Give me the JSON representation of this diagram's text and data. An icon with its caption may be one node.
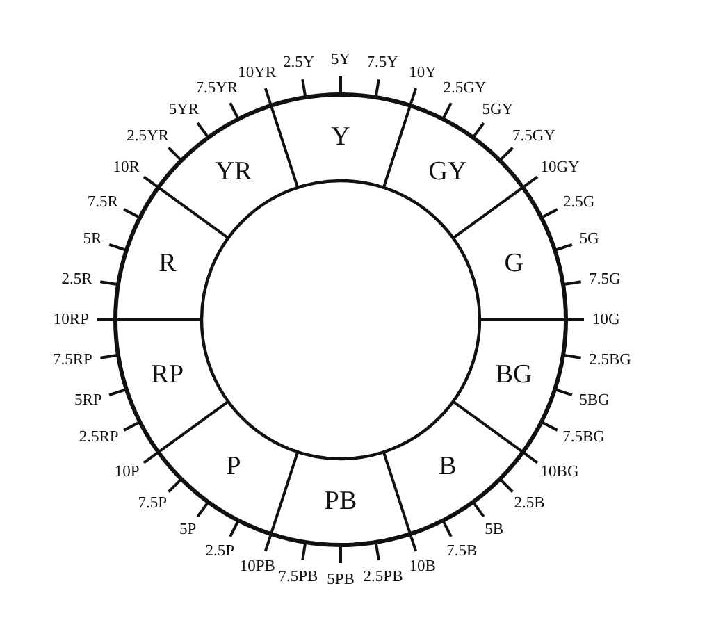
{
  "diagram": {
    "nodes": [
      {
        "text": [
          "Y"
        ]
      },
      {
        "text": [
          "GY"
        ]
      },
      {
        "text": [
          "G"
        ]
      },
      {
        "text": [
          "BG"
        ]
      },
      {
        "text": [
          "B"
        ]
      },
      {
        "text": [
          "PB"
        ]
      },
      {
        "text": [
          "P"
        ]
      },
      {
        "text": [
          "RP"
        ]
      },
      {
        "text": [
          "R"
        ]
      },
      {
        "text": [
          "YR"
        ]
      }
    ],
    "edges": [],
    "labels": [
      "10YR",
      "2.5Y",
      "5Y",
      "7.5Y",
      "10Y",
      "2.5GY",
      "5GY",
      "7.5GY",
      "10GY",
      "2.5G",
      "5G",
      "7.5G",
      "10G",
      "2.5BG",
      "5BG",
      "7.5BG",
      "10BG",
      "2.5B",
      "5B",
      "7.5B",
      "10B",
      "2.5PB",
      "5PB",
      "7.5PB",
      "10PB",
      "2.5P",
      "5P",
      "7.5P",
      "10P",
      "2.5RP",
      "5RP",
      "7.5RP",
      "10RP",
      "2.5R",
      "5R",
      "7.5R",
      "10R",
      "2.5YR",
      "5YR",
      "7.5YR"
    ]
  }
}
